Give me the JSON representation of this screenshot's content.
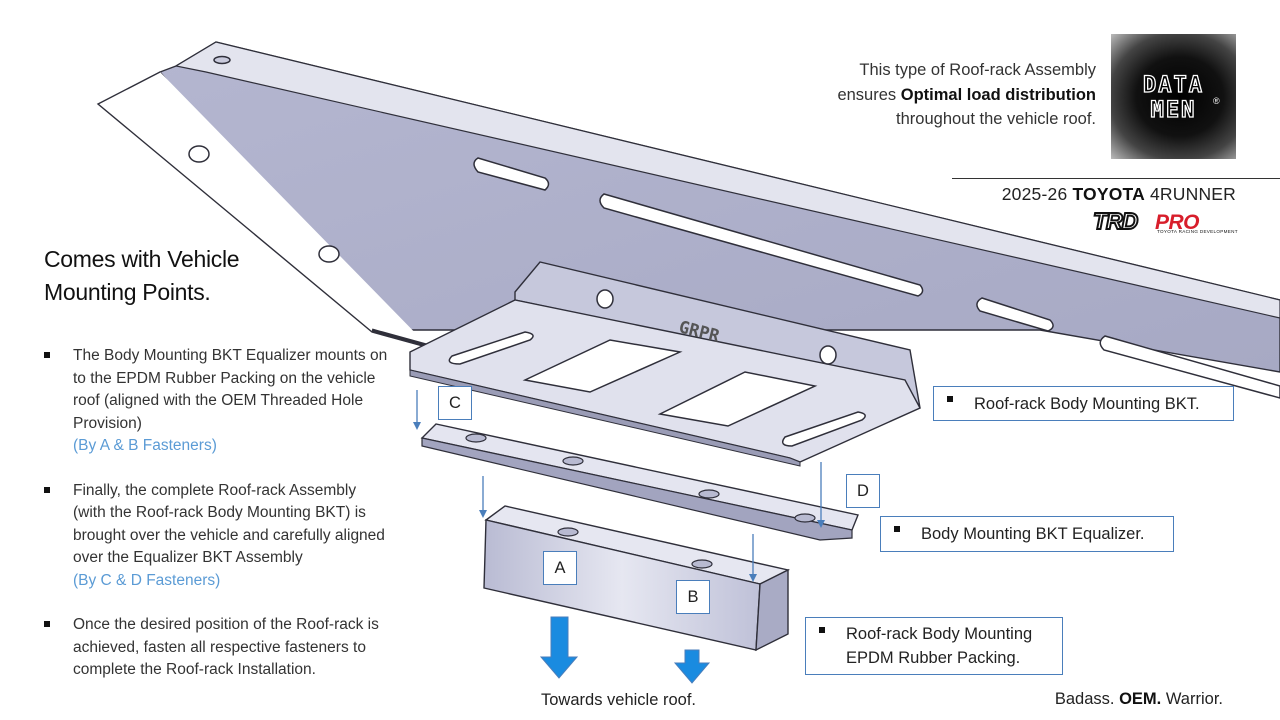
{
  "title": {
    "line1": "Comes with Vehicle",
    "line2": "Mounting Points."
  },
  "bullets": [
    {
      "text": "The Body Mounting BKT Equalizer mounts on to the EPDM Rubber Packing on the vehicle roof (aligned with the OEM Threaded Hole Provision)",
      "note": "(By A & B Fasteners)"
    },
    {
      "text": "Finally, the complete Roof-rack Assembly (with the Roof-rack Body Mounting BKT) is brought over the vehicle and carefully aligned over the Equalizer BKT Assembly",
      "note": "(By C & D Fasteners)"
    },
    {
      "text": "Once the desired position of the Roof-rack is achieved, fasten all respective fasteners to complete the Roof-rack Installation.",
      "note": ""
    }
  ],
  "intro": {
    "part1": "This type of Roof-rack Assembly ensures ",
    "bold": "Optimal load distribution",
    "part2": " throughout the vehicle roof."
  },
  "logo": {
    "line1": "DATA",
    "line2": "MEN",
    "reg": "®"
  },
  "model": {
    "years": "2025-26 ",
    "make": "TOYOTA",
    "name": " 4RUNNER"
  },
  "trd": {
    "trd": "TRD",
    "pro": "PRO",
    "sub": "TOYOTA RACING DEVELOPMENT"
  },
  "callouts": {
    "body_bkt": "Roof-rack Body Mounting BKT.",
    "equalizer": "Body Mounting BKT Equalizer.",
    "packing_line1": "Roof-rack Body Mounting",
    "packing_line2": "EPDM Rubber Packing."
  },
  "fastener_labels": {
    "a": "A",
    "b": "B",
    "c": "C",
    "d": "D"
  },
  "bracket_engraving": "GRPR",
  "towards_label": "Towards vehicle roof.",
  "tagline": {
    "w1": "Badass. ",
    "w2": "OEM.",
    "w3": " Warrior."
  },
  "colors": {
    "part_fill": "#c5c7dc",
    "part_face": "#e2e3ef",
    "edge": "#2f2f3a",
    "arrow_blue": "#1a8be0",
    "note_blue": "#5b9bd5",
    "box_border": "#4a7ebb",
    "trd_red": "#d81e2b"
  }
}
